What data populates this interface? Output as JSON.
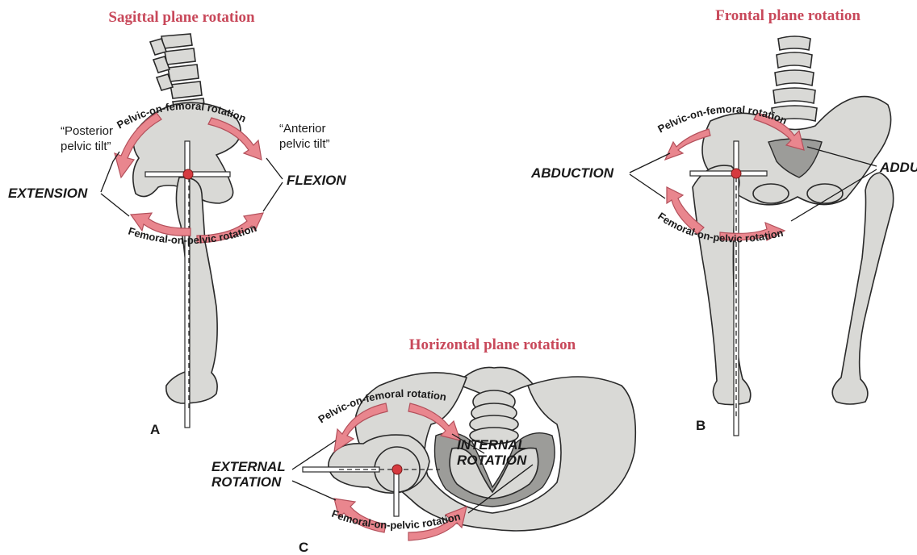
{
  "panel_a": {
    "title": "Sagittal plane rotation",
    "top_arc": "Pelvic-on-femoral rotation",
    "bottom_arc": "Femoral-on-pelvic rotation",
    "posterior_tilt_line1": "“Posterior",
    "posterior_tilt_line2": "pelvic tilt”",
    "anterior_tilt_line1": "“Anterior",
    "anterior_tilt_line2": "pelvic tilt”",
    "left_motion": "EXTENSION",
    "right_motion": "FLEXION",
    "letter": "A"
  },
  "panel_b": {
    "title": "Frontal plane rotation",
    "top_arc": "Pelvic-on-femoral rotation",
    "bottom_arc": "Femoral-on-pelvic rotation",
    "left_motion": "ABDUCTION",
    "right_motion": "ADDU",
    "letter": "B"
  },
  "panel_c": {
    "title": "Horizontal plane rotation",
    "top_arc": "Pelvic-on-femoral rotation",
    "bottom_arc": "Femoral-on-pelvic rotation",
    "left_motion_line1": "EXTERNAL",
    "left_motion_line2": "ROTATION",
    "right_motion_line1": "INTERNAL",
    "right_motion_line2": "ROTATION",
    "letter": "C"
  },
  "colors": {
    "title": "#c8485a",
    "arrow_fill": "#e9868e",
    "bone": "#d9d9d6",
    "pivot": "#d63a3f"
  }
}
